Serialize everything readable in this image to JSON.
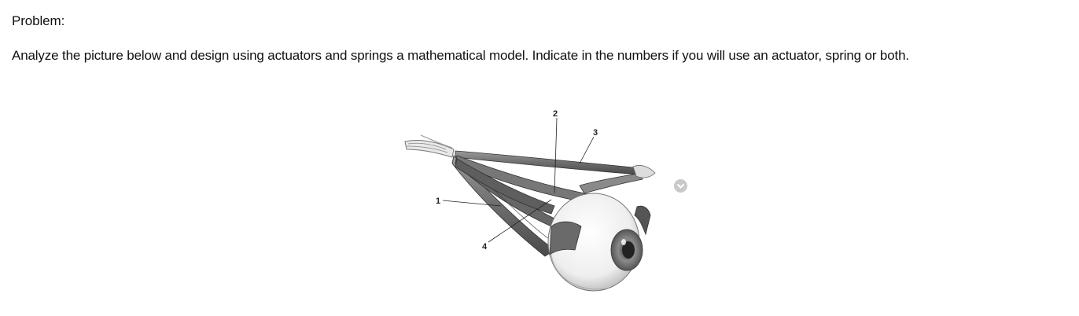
{
  "problem": {
    "label": "Problem:",
    "text": "Analyze the picture below and design using actuators and springs a mathematical model. Indicate in the numbers if you will use an actuator, spring or both."
  },
  "figure": {
    "callouts": [
      "1",
      "2",
      "3",
      "4"
    ]
  },
  "expand_button": {
    "icon": "chevron-down-icon"
  }
}
